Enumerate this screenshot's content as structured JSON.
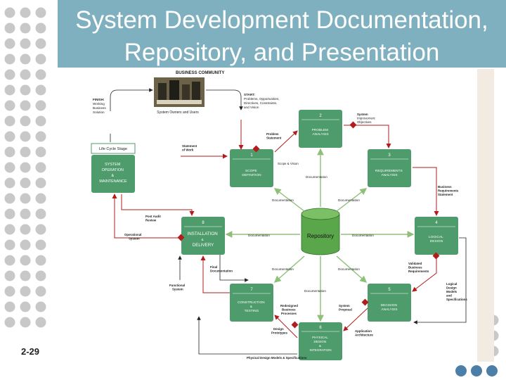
{
  "slide": {
    "title_line1": "System Development Documentation,",
    "title_line2": "Repository, and Presentation",
    "number": "2-29"
  },
  "diagram": {
    "business_community": "BUSINESS COMMUNITY",
    "owners_users": "System Owners and Users",
    "finish": [
      "FINISH:",
      "Working",
      "Business",
      "Solution"
    ],
    "start": [
      "START:",
      "Problems, Opportunities,",
      "Directives, Constraints,",
      "and Vision"
    ],
    "life_cycle_stage": "Life Cycle Stage",
    "sys_op_maint": [
      "SYSTEM",
      "OPERATION",
      "&",
      "MAINTENANCE"
    ],
    "repository": "Repository",
    "phases": [
      {
        "num": "2",
        "lines": [
          "PROBLEM",
          "ANALYSIS"
        ]
      },
      {
        "num": "1",
        "lines": [
          "SCOPE",
          "DEFINITION"
        ]
      },
      {
        "num": "3",
        "lines": [
          "REQUIREMENTS",
          "ANALYSIS"
        ]
      },
      {
        "num": "8",
        "lines": [
          "INSTALLATION",
          "&",
          "DELIVERY"
        ]
      },
      {
        "num": "4",
        "lines": [
          "LOGICAL",
          "DESIGN"
        ]
      },
      {
        "num": "7",
        "lines": [
          "CONSTRUCTION",
          "&",
          "TESTING"
        ]
      },
      {
        "num": "5",
        "lines": [
          "DECISION",
          "ANALYSIS"
        ]
      },
      {
        "num": "6",
        "lines": [
          "PHYSICAL",
          "DESIGN",
          "&",
          "INTEGRATION"
        ]
      }
    ],
    "labels": {
      "sys_improvement": [
        "System",
        "Improvement",
        "Objectives"
      ],
      "problem_statement": [
        "Problem",
        "Statement"
      ],
      "statement_of_work": [
        "Statement",
        "of Work"
      ],
      "scope_vision": "Scope & Vision",
      "documentation": "Documentation",
      "business_req": [
        "Business",
        "Requirements",
        "Statement"
      ],
      "post_audit": [
        "Post Audit",
        "Review"
      ],
      "operational_system": [
        "Operational",
        "System"
      ],
      "final_documentation": [
        "Final",
        "Documentation"
      ],
      "validated_req": [
        "Validated",
        "Business",
        "Requirements"
      ],
      "functional_system": [
        "Functional",
        "System"
      ],
      "logical_design_models": [
        "Logical",
        "Design",
        "Models",
        "and",
        "Specifications"
      ],
      "redesigned_processes": [
        "Redesigned",
        "Business",
        "Processes"
      ],
      "system_proposal": [
        "System",
        "Proposal"
      ],
      "design_prototypes": [
        "Design",
        "Prototypes"
      ],
      "application_architecture": [
        "Application",
        "Architecture"
      ],
      "physical_design_models": "Physical Design Models & Specifications"
    }
  },
  "colors": {
    "title_band": "#7fb0bf",
    "phase_green": "#4e9b6b",
    "repository_green": "#5aa64a",
    "flow_red": "#b21c1c",
    "dot_gray": "#c8c8c8",
    "dot_blue": "#4b7fa8"
  }
}
